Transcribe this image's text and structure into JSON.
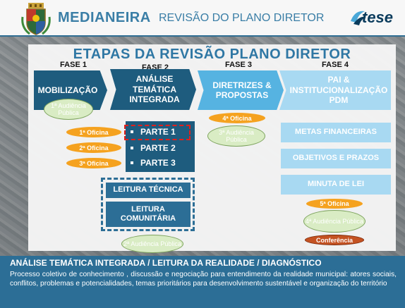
{
  "header": {
    "brand": "MEDIANEIRA",
    "subtitle": "REVISÃO DO PLANO DIRETOR",
    "logo_text": "tese"
  },
  "diagram": {
    "title": "ETAPAS DA REVISÃO PLANO DIRETOR",
    "phases": [
      {
        "label": "FASE 1",
        "box": "MOBILIZAÇÃO"
      },
      {
        "label": "FASE 2",
        "box": "ANÁLISE TEMÁTICA INTEGRADA"
      },
      {
        "label": "FASE 3",
        "box": "DIRETRIZES & PROPOSTAS"
      },
      {
        "label": "FASE 4",
        "box": "PAI & INSTITUCIONALIZAÇÃO PDM"
      }
    ],
    "parts": [
      "PARTE 1",
      "PARTE 2",
      "PARTE 3"
    ],
    "oficinas": [
      "1ª Oficina",
      "2ª Oficina",
      "3ª Oficina",
      "4ª Oficina",
      "5ª Oficina"
    ],
    "audiencias": [
      "1ª Audiência Pública",
      "2ª Audiência Pública",
      "3ª Audiência Pública",
      "4ª Audiência Pública"
    ],
    "conferencia": "Conferência",
    "leitura_tecnica": "LEITURA TÉCNICA",
    "leitura_comunitaria": "LEITURA COMUNITÁRIA",
    "fase4_items": [
      "METAS FINANCEIRAS",
      "OBJETIVOS E PRAZOS",
      "MINUTA DE LEI"
    ]
  },
  "footer": {
    "title": "ANÁLISE TEMÁTICA INTEGRADA / LEITURA DA REALIDADE / DIAGNÓSTICO",
    "text": "Processo coletivo de conhecimento , discussão e negociação para entendimento da realidade municipal: atores sociais, conflitos, problemas e potencialidades, temas prioritários para desenvolvimento sustentável e organização do território"
  },
  "colors": {
    "accent": "#2f77a4",
    "dark_box": "#1e5c7e",
    "light_box": "#56b3e1",
    "pale_box": "#a8d9f2",
    "oficina": "#f5a21f",
    "audiencia": "#d9ecc4",
    "conferencia": "#c45222",
    "highlight": "#e0201c"
  }
}
